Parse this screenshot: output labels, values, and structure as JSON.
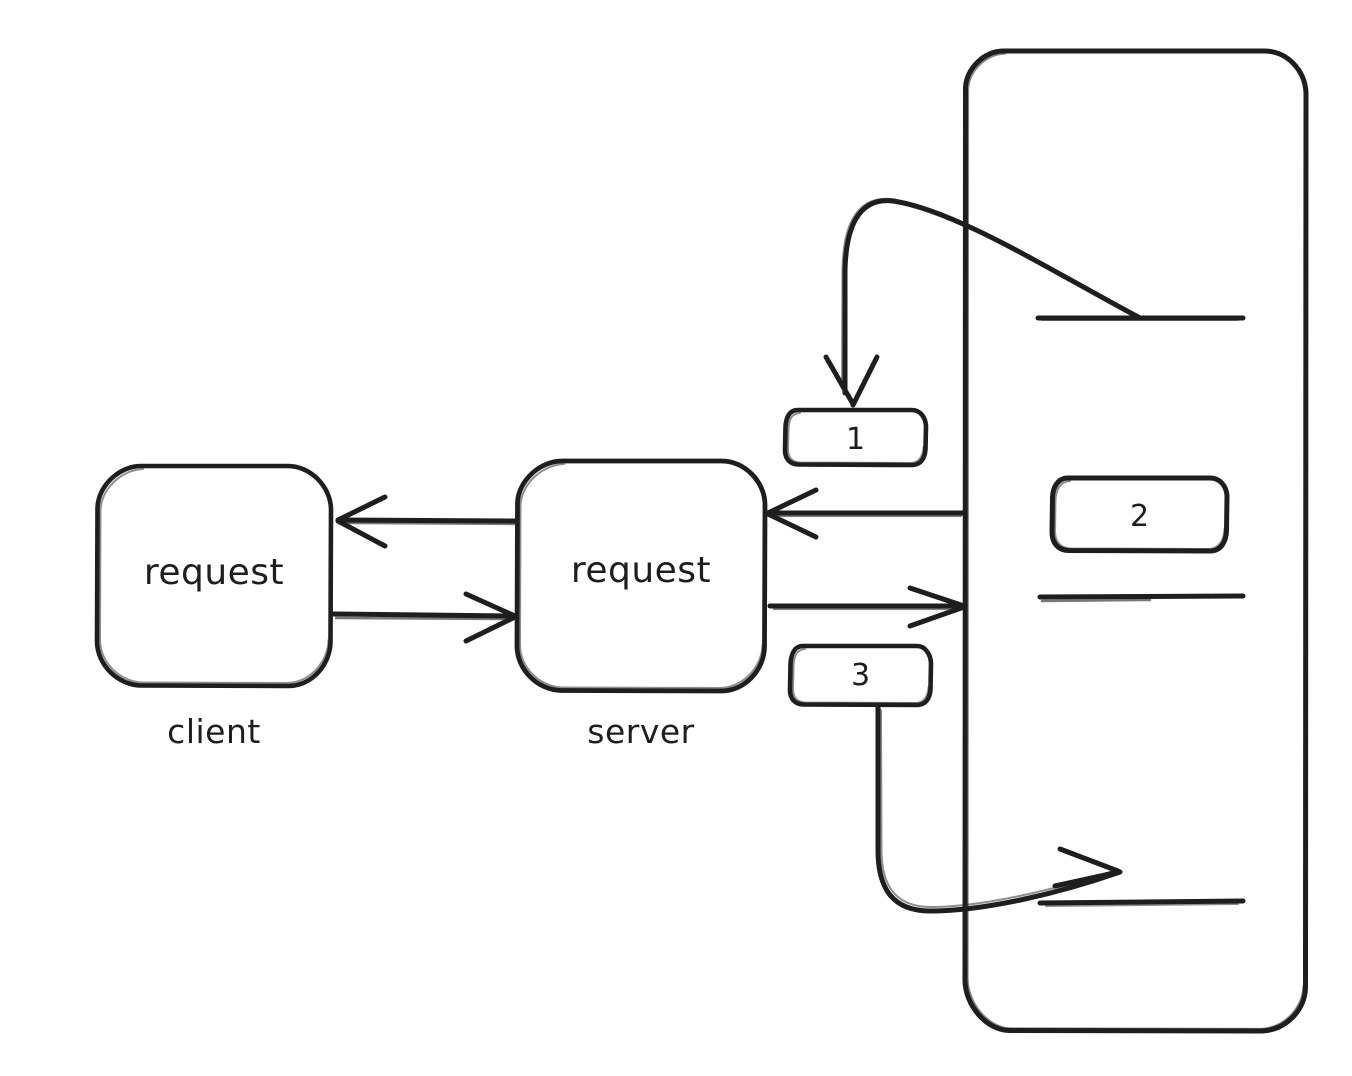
{
  "diagram": {
    "title": "client server request flow",
    "style": "hand-drawn sketch",
    "stroke_color": "#1e1e1e",
    "background_color": "#ffffff",
    "nodes": [
      {
        "id": "client",
        "inner_text": "request",
        "caption": "client",
        "shape": "rounded-rect"
      },
      {
        "id": "server",
        "inner_text": "request",
        "caption": "server",
        "shape": "rounded-rect"
      },
      {
        "id": "container",
        "inner_text": "",
        "caption": "",
        "shape": "rounded-rect-large"
      }
    ],
    "callouts": [
      {
        "id": "callout-1",
        "label": "1"
      },
      {
        "id": "callout-2",
        "label": "2"
      },
      {
        "id": "callout-3",
        "label": "3"
      }
    ],
    "edges": [
      {
        "id": "server-to-client",
        "from": "server",
        "to": "client",
        "direction": "left"
      },
      {
        "id": "client-to-server",
        "from": "client",
        "to": "server",
        "direction": "right"
      },
      {
        "id": "container-to-server",
        "from": "container",
        "to": "server",
        "direction": "left"
      },
      {
        "id": "server-to-container",
        "from": "server",
        "to": "container",
        "direction": "right"
      },
      {
        "id": "top-line-to-callout-1",
        "from": "top-line",
        "to": "callout-1",
        "direction": "curved-down"
      },
      {
        "id": "callout-3-to-bottom-line",
        "from": "callout-3",
        "to": "bottom-line",
        "direction": "curved-right"
      }
    ],
    "inner_lines": [
      {
        "id": "top-line"
      },
      {
        "id": "middle-line"
      },
      {
        "id": "bottom-line"
      }
    ]
  }
}
